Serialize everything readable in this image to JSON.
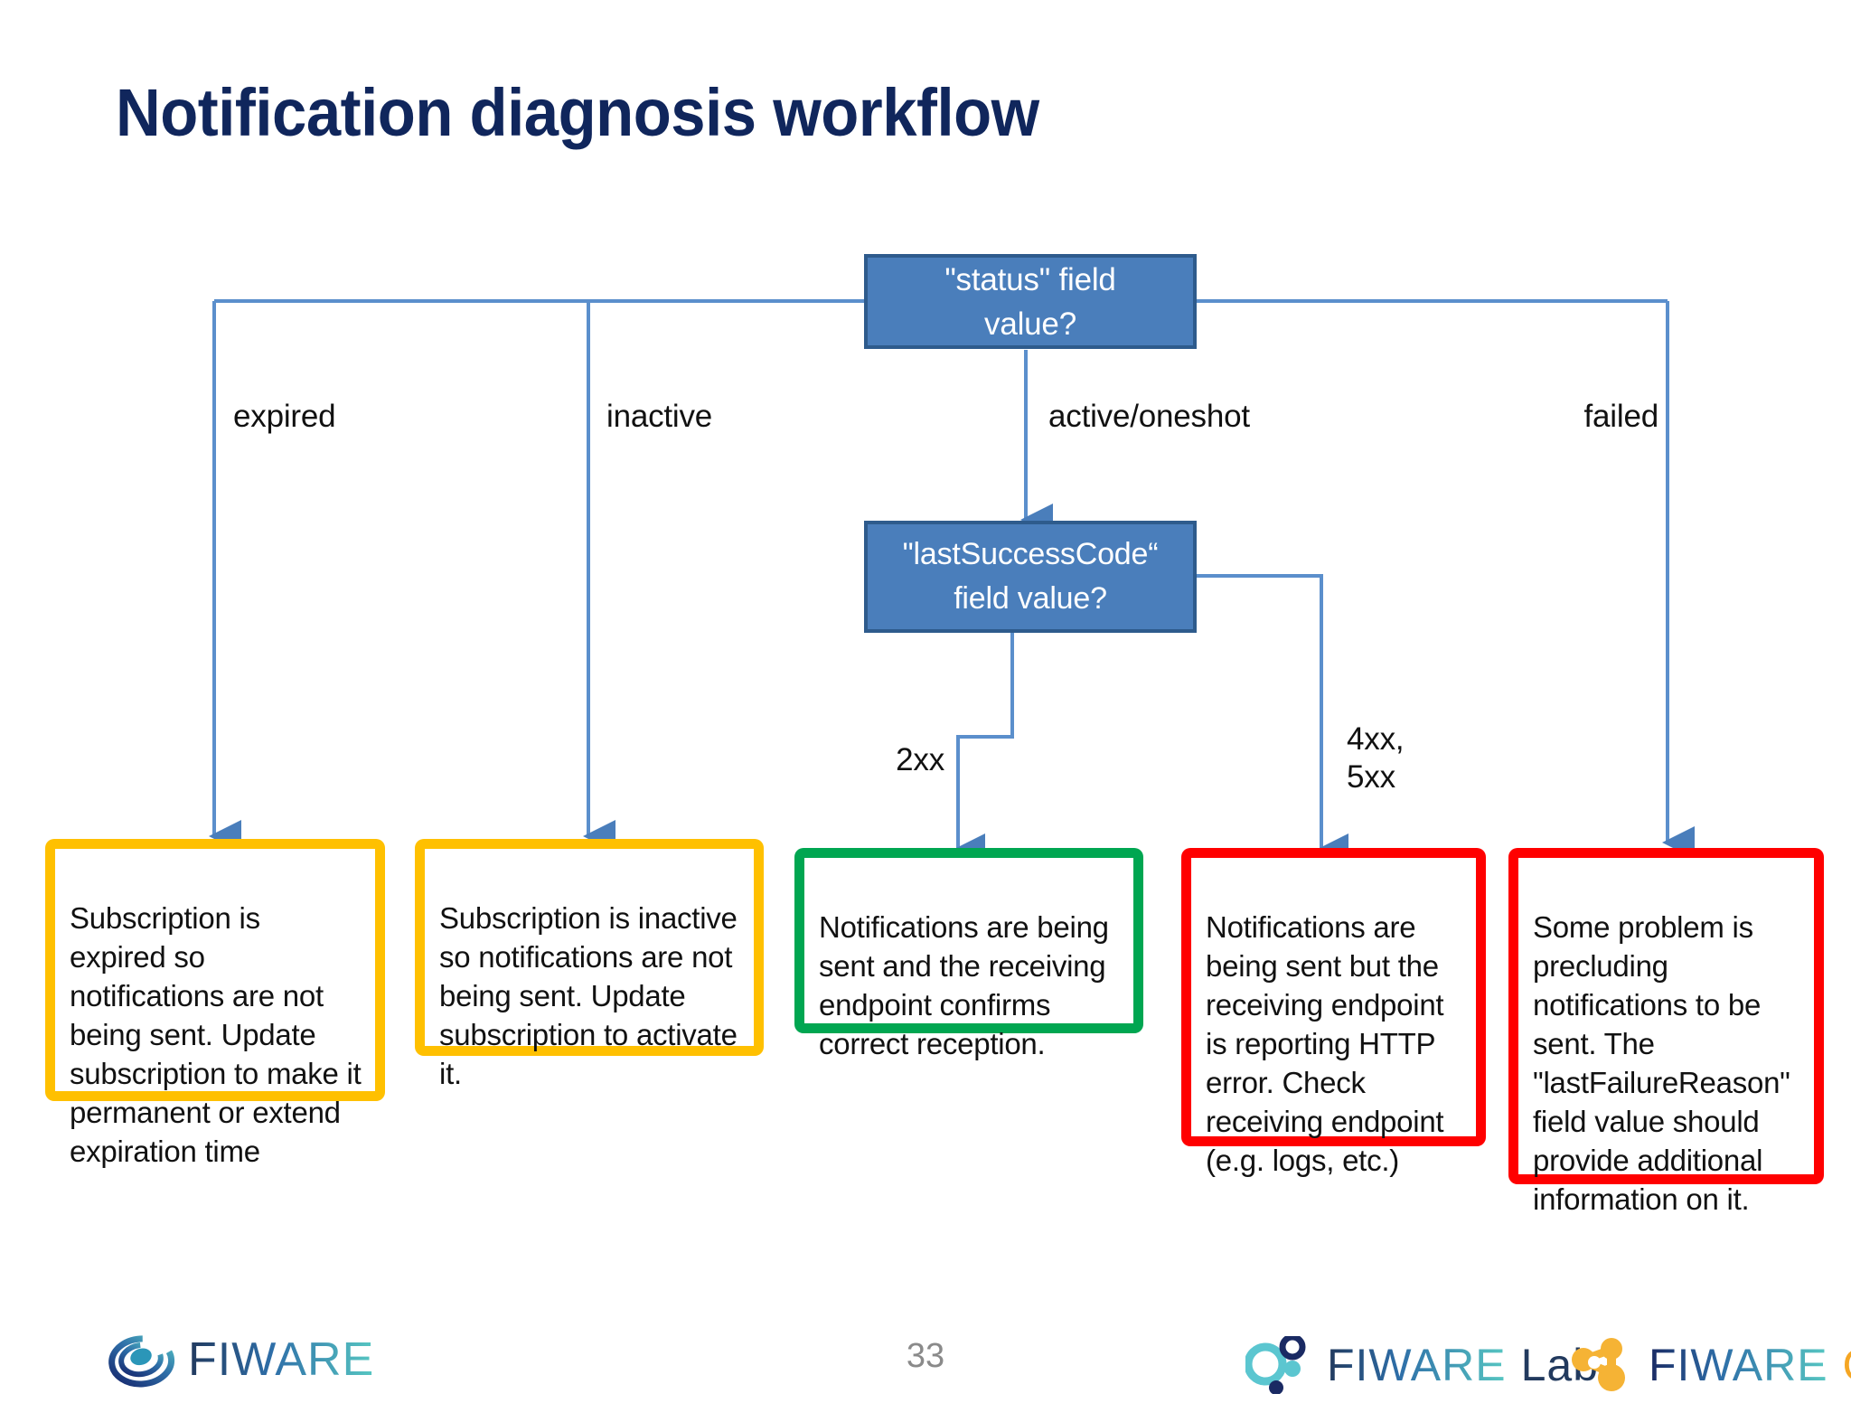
{
  "slide": {
    "title": "Notification diagnosis workflow",
    "page_number": "33",
    "background_color": "#FFFFFF",
    "title_color": "#10265C"
  },
  "colors": {
    "decision_fill": "#4A7EBB",
    "decision_border": "#2E5B8C",
    "connector": "#5B8FCC",
    "amber": "#FFC000",
    "green": "#00A651",
    "red": "#FF0000",
    "text": "#111111",
    "page_number": "#8A8A8A"
  },
  "diagram": {
    "decisions": [
      {
        "id": "status",
        "label": "\"status\" field\nvalue?"
      },
      {
        "id": "last-success-code",
        "label": "\"lastSuccessCode“\nfield value?"
      }
    ],
    "edge_labels": [
      {
        "id": "expired",
        "label": "expired"
      },
      {
        "id": "inactive",
        "label": "inactive"
      },
      {
        "id": "active-oneshot",
        "label": "active/oneshot"
      },
      {
        "id": "failed",
        "label": "failed"
      },
      {
        "id": "2xx",
        "label": "2xx"
      },
      {
        "id": "4xx-5xx",
        "label": "4xx,\n5xx"
      }
    ],
    "outcomes": [
      {
        "id": "expired",
        "color": "amber",
        "text": "Subscription is expired so notifications are not being sent. Update subscription to make it permanent or extend expiration time"
      },
      {
        "id": "inactive",
        "color": "amber",
        "text": "Subscription is inactive so notifications are not being sent. Update subscription to activate it."
      },
      {
        "id": "ok-2xx",
        "color": "green",
        "text": "Notifications are being sent and the receiving endpoint confirms correct reception."
      },
      {
        "id": "http-error",
        "color": "red",
        "text": "Notifications are being sent but the receiving endpoint is reporting HTTP error. Check receiving endpoint (e.g. logs, etc.)"
      },
      {
        "id": "failed",
        "color": "red",
        "text": "Some problem is precluding notifications to be sent. The \"lastFailureReason\" field value should provide additional information on it."
      }
    ]
  },
  "footer": {
    "logos": [
      {
        "id": "fiware",
        "word": "FIWARE",
        "suffix": ""
      },
      {
        "id": "fiware-lab",
        "word": "FIWARE",
        "suffix": "Lab"
      },
      {
        "id": "fiware-ops",
        "word": "FIWARE",
        "suffix": "Ops"
      }
    ]
  }
}
